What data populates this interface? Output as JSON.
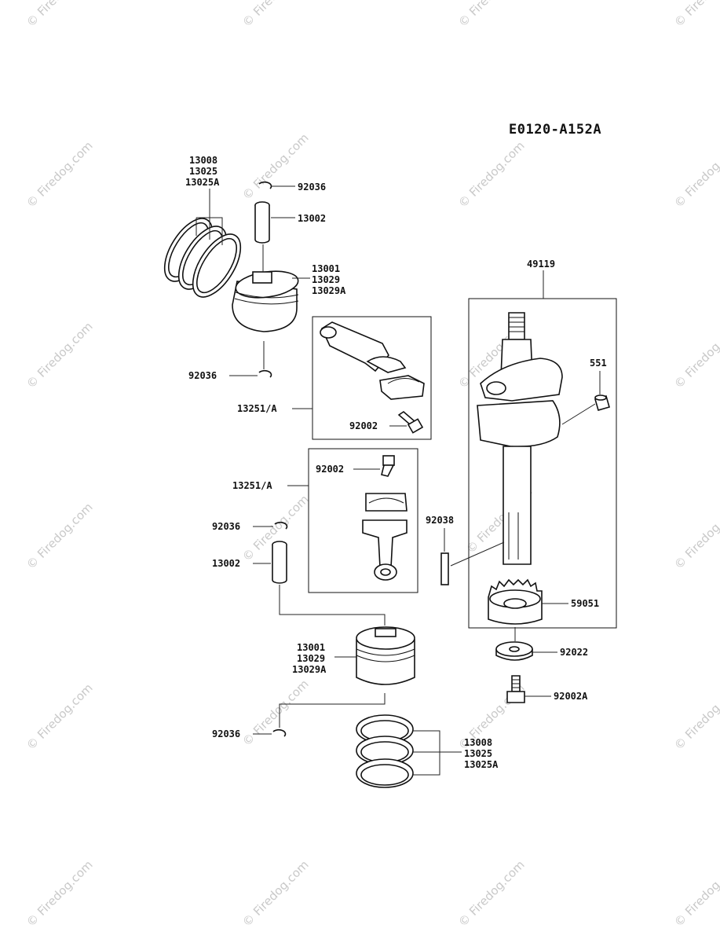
{
  "diagram_code": "E0120-A152A",
  "watermark": "© Firedog.com",
  "parts": {
    "rings_top": [
      "13008",
      "13025",
      "13025A"
    ],
    "circlip_top": "92036",
    "pin_top": "13002",
    "piston_top": [
      "13001",
      "13029",
      "13029A"
    ],
    "circlip_top_lower": "92036",
    "rod_top": "13251/A",
    "bolt_top": "92002",
    "rod_bottom": "13251/A",
    "bolt_bottom": "92002",
    "circlip_mid": "92036",
    "pin_bottom": "13002",
    "piston_bottom": [
      "13001",
      "13029",
      "13029A"
    ],
    "circlip_bottom": "92036",
    "rings_bottom": [
      "13008",
      "13025",
      "13025A"
    ],
    "crankshaft": "49119",
    "plug": "551",
    "key": "92038",
    "gear": "59051",
    "washer": "92022",
    "bolt_crank": "92002A"
  }
}
